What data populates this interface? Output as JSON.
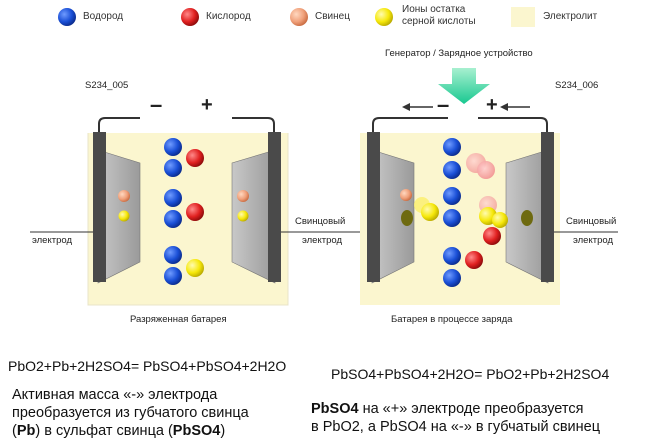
{
  "legend": {
    "hydrogen": "Водород",
    "oxygen": "Кислород",
    "lead": "Свинец",
    "sulfate_ions_line1": "Ионы остатка",
    "sulfate_ions_line2": "серной кислоты",
    "electrolyte": "Электролит"
  },
  "colors": {
    "hydrogen": "#1a4fd6",
    "oxygen": "#e02020",
    "lead": "#f0a07a",
    "sulfate": "#f6e80a",
    "electrolyte": "#fbf6cf",
    "charge_arrow": "#36d8a0"
  },
  "left_diagram": {
    "code": "S234_005",
    "minus": "–",
    "plus": "+",
    "left_electrode_label": "электрод",
    "right_electrode_label_1": "Свинцовый",
    "right_electrode_label_2": "электрод",
    "caption": "Разряженная батарея"
  },
  "right_diagram": {
    "code": "S234_006",
    "charger_label": "Генератор / Зарядное устройство",
    "minus": "–",
    "plus": "+",
    "right_electrode_label_1": "Свинцовый",
    "right_electrode_label_2": "электрод",
    "caption": "Батарея в процессе заряда"
  },
  "equations": {
    "discharge": "PbO2+Pb+2H2SO4= PbSO4+PbSO4+2H2O",
    "charge": "PbSO4+PbSO4+2H2O= PbO2+Pb+2H2SO4"
  },
  "notes": {
    "left_line1": "Активная масса «-» электрода",
    "left_line2": "преобразуется из губчатого свинца",
    "left_line3_a": "(",
    "left_line3_b": "Pb",
    "left_line3_c": ") в сульфат свинца (",
    "left_line3_d": "PbSO4",
    "left_line3_e": ")",
    "right_line1_a": "PbSO4",
    "right_line1_b": " на «+» электроде преобразуется",
    "right_line2": "в PbO2, а PbSO4 на «-» в губчатый свинец"
  }
}
